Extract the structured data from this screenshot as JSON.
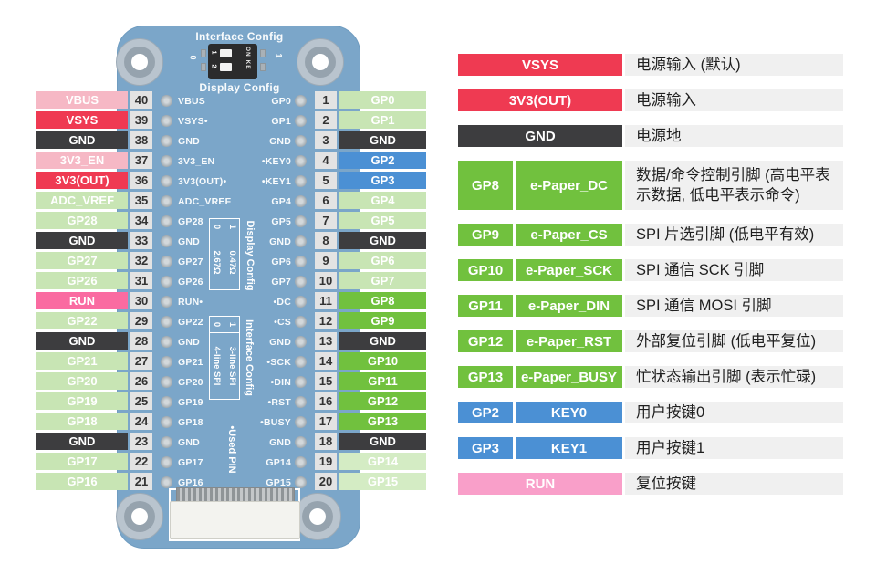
{
  "palette": {
    "red": "#ef3a52",
    "dark": "#3d3d3f",
    "pale_pink": "#f6b8c5",
    "hot_pink": "#fa6ba1",
    "light_pink": "#f99fc9",
    "pale_green": "#c8e5b4",
    "pale_green_light": "#d4ecc4",
    "bright_green": "#71c13e",
    "blue": "#4b90d4",
    "board_blue": "#7ba6c9",
    "desc_bg": "#f0f0f0",
    "numbox_bg": "#e3e3e3"
  },
  "board": {
    "silk_title_top": "Interface Config",
    "silk_title_display": "Display Config",
    "dip": {
      "row_numbers": [
        "1",
        "2"
      ],
      "brand": "ON KE",
      "left_mark": "0",
      "right_mark": "1"
    },
    "display_config_table": {
      "title": "Display Config",
      "rows": [
        [
          "1",
          "0.47Ω"
        ],
        [
          "0",
          "2.67Ω"
        ]
      ]
    },
    "interface_config_table": {
      "title": "Interface Config",
      "rows": [
        [
          "1",
          "3-line SPI"
        ],
        [
          "0",
          "4-line SPI"
        ]
      ]
    },
    "used_pin_note": "•Used PIN",
    "left_silk": [
      "VBUS",
      "VSYS•",
      "GND",
      "3V3_EN",
      "3V3(OUT)•",
      "ADC_VREF",
      "GP28",
      "GND",
      "GP27",
      "GP26",
      "RUN•",
      "GP22",
      "GND",
      "GP21",
      "GP20",
      "GP19",
      "GP18",
      "GND",
      "GP17",
      "GP16"
    ],
    "right_silk": [
      "GP0",
      "GP1",
      "GND",
      "•KEY0",
      "•KEY1",
      "GP4",
      "GP5",
      "GND",
      "GP6",
      "GP7",
      "•DC",
      "•CS",
      "GND",
      "•SCK",
      "•DIN",
      "•RST",
      "•BUSY",
      "GND",
      "GP14",
      "GP15"
    ]
  },
  "left_pins": [
    {
      "num": "40",
      "label": "VBUS",
      "color": "pale_pink"
    },
    {
      "num": "39",
      "label": "VSYS",
      "color": "red"
    },
    {
      "num": "38",
      "label": "GND",
      "color": "dark"
    },
    {
      "num": "37",
      "label": "3V3_EN",
      "color": "pale_pink"
    },
    {
      "num": "36",
      "label": "3V3(OUT)",
      "color": "red"
    },
    {
      "num": "35",
      "label": "ADC_VREF",
      "color": "pale_green"
    },
    {
      "num": "34",
      "label": "GP28",
      "color": "pale_green"
    },
    {
      "num": "33",
      "label": "GND",
      "color": "dark"
    },
    {
      "num": "32",
      "label": "GP27",
      "color": "pale_green"
    },
    {
      "num": "31",
      "label": "GP26",
      "color": "pale_green"
    },
    {
      "num": "30",
      "label": "RUN",
      "color": "hot_pink"
    },
    {
      "num": "29",
      "label": "GP22",
      "color": "pale_green"
    },
    {
      "num": "28",
      "label": "GND",
      "color": "dark"
    },
    {
      "num": "27",
      "label": "GP21",
      "color": "pale_green"
    },
    {
      "num": "26",
      "label": "GP20",
      "color": "pale_green"
    },
    {
      "num": "25",
      "label": "GP19",
      "color": "pale_green"
    },
    {
      "num": "24",
      "label": "GP18",
      "color": "pale_green"
    },
    {
      "num": "23",
      "label": "GND",
      "color": "dark"
    },
    {
      "num": "22",
      "label": "GP17",
      "color": "pale_green"
    },
    {
      "num": "21",
      "label": "GP16",
      "color": "pale_green"
    }
  ],
  "right_pins": [
    {
      "num": "1",
      "label": "GP0",
      "color": "pale_green"
    },
    {
      "num": "2",
      "label": "GP1",
      "color": "pale_green"
    },
    {
      "num": "3",
      "label": "GND",
      "color": "dark"
    },
    {
      "num": "4",
      "label": "GP2",
      "color": "blue"
    },
    {
      "num": "5",
      "label": "GP3",
      "color": "blue"
    },
    {
      "num": "6",
      "label": "GP4",
      "color": "pale_green"
    },
    {
      "num": "7",
      "label": "GP5",
      "color": "pale_green"
    },
    {
      "num": "8",
      "label": "GND",
      "color": "dark"
    },
    {
      "num": "9",
      "label": "GP6",
      "color": "pale_green"
    },
    {
      "num": "10",
      "label": "GP7",
      "color": "pale_green"
    },
    {
      "num": "11",
      "label": "GP8",
      "color": "bright_green"
    },
    {
      "num": "12",
      "label": "GP9",
      "color": "bright_green"
    },
    {
      "num": "13",
      "label": "GND",
      "color": "dark"
    },
    {
      "num": "14",
      "label": "GP10",
      "color": "bright_green"
    },
    {
      "num": "15",
      "label": "GP11",
      "color": "bright_green"
    },
    {
      "num": "16",
      "label": "GP12",
      "color": "bright_green"
    },
    {
      "num": "17",
      "label": "GP13",
      "color": "bright_green"
    },
    {
      "num": "18",
      "label": "GND",
      "color": "dark"
    },
    {
      "num": "19",
      "label": "GP14",
      "color": "pale_green_light"
    },
    {
      "num": "20",
      "label": "GP15",
      "color": "pale_green_light"
    }
  ],
  "function_table": {
    "rows": [
      {
        "pin": "",
        "func": "VSYS",
        "color": "red",
        "desc": "电源输入 (默认)",
        "merged": true,
        "tall": false
      },
      {
        "pin": "",
        "func": "3V3(OUT)",
        "color": "red",
        "desc": "电源输入",
        "merged": true,
        "tall": false
      },
      {
        "pin": "",
        "func": "GND",
        "color": "dark",
        "desc": "电源地",
        "merged": true,
        "tall": false
      },
      {
        "pin": "GP8",
        "func": "e-Paper_DC",
        "color": "bright_green",
        "desc": "数据/命令控制引脚 (高电平表示数据, 低电平表示命令)",
        "merged": false,
        "tall": true
      },
      {
        "pin": "GP9",
        "func": "e-Paper_CS",
        "color": "bright_green",
        "desc": "SPI 片选引脚 (低电平有效)",
        "merged": false,
        "tall": false
      },
      {
        "pin": "GP10",
        "func": "e-Paper_SCK",
        "color": "bright_green",
        "desc": "SPI 通信 SCK 引脚",
        "merged": false,
        "tall": false
      },
      {
        "pin": "GP11",
        "func": "e-Paper_DIN",
        "color": "bright_green",
        "desc": "SPI 通信 MOSI 引脚",
        "merged": false,
        "tall": false
      },
      {
        "pin": "GP12",
        "func": "e-Paper_RST",
        "color": "bright_green",
        "desc": "外部复位引脚 (低电平复位)",
        "merged": false,
        "tall": false
      },
      {
        "pin": "GP13",
        "func": "e-Paper_BUSY",
        "color": "bright_green",
        "desc": "忙状态输出引脚 (表示忙碌)",
        "merged": false,
        "tall": false
      },
      {
        "pin": "GP2",
        "func": "KEY0",
        "color": "blue",
        "desc": "用户按键0",
        "merged": false,
        "tall": false
      },
      {
        "pin": "GP3",
        "func": "KEY1",
        "color": "blue",
        "desc": "用户按键1",
        "merged": false,
        "tall": false
      },
      {
        "pin": "",
        "func": "RUN",
        "color": "light_pink",
        "desc": "复位按键",
        "merged": true,
        "tall": false
      }
    ]
  }
}
